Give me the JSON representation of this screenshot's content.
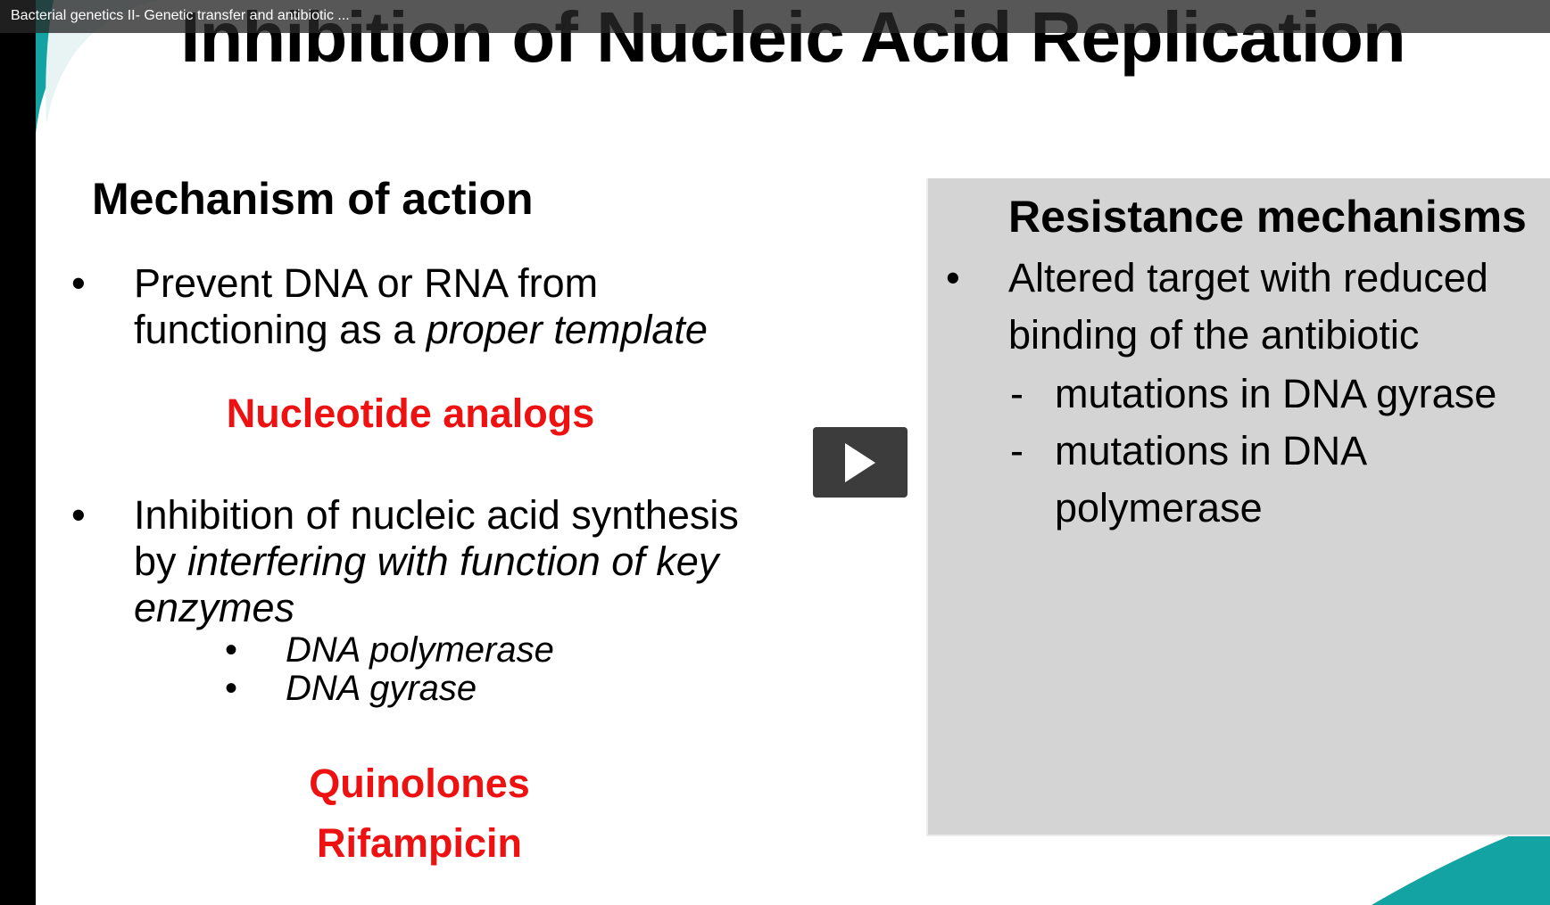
{
  "video": {
    "title": "Bacterial genetics II- Genetic transfer and antibiotic ..."
  },
  "slide": {
    "title": "Inhibition of Nucleic Acid Replication",
    "accent_color": "#14a3a3",
    "left": {
      "heading": "Mechanism of action",
      "bullet1": {
        "line1": "Prevent DNA or RNA from",
        "line2_plain": "functioning as a ",
        "line2_italic": "proper template"
      },
      "drug_group1": "Nucleotide analogs",
      "bullet2": {
        "line1": "Inhibition of nucleic acid synthesis",
        "line2_plain": "by ",
        "line2_italic": "interfering with function of key",
        "line3_italic": "enzymes"
      },
      "sub_bullets": [
        "DNA polymerase",
        "DNA gyrase"
      ],
      "drug_group2": [
        "Quinolones",
        "Rifampicin"
      ],
      "drug_color": "#ee1111"
    },
    "right": {
      "heading": "Resistance mechanisms",
      "bullet": {
        "line1": "Altered target with reduced",
        "line2": "binding of the antibiotic"
      },
      "dash_items": [
        {
          "line1": "mutations in DNA gyrase"
        },
        {
          "line1": "mutations in DNA",
          "line2": "polymerase"
        }
      ],
      "bullet_char": "•",
      "dash_char": "-"
    }
  },
  "player": {
    "play_icon": "play-icon"
  }
}
